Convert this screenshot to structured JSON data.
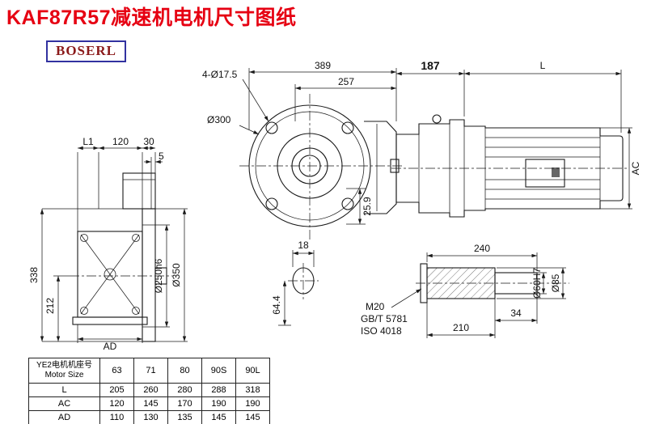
{
  "title": "KAF87R57减速机电机尺寸图纸",
  "logo": "BOSERL",
  "colors": {
    "title": "#e60012",
    "logo_text": "#8b1a1a",
    "logo_border": "#3232a0",
    "line": "#1a1a1a"
  },
  "front_view": {
    "dim389": "389",
    "dim257": "257",
    "holes": "4-Ø17.5",
    "flange": "Ø300",
    "dim259": "25.9",
    "dim18": "18",
    "dim644": "64.4"
  },
  "motor_view": {
    "dim187": "187",
    "dimL": "L",
    "dimAC": "AC"
  },
  "side_view": {
    "dimL1": "L1",
    "dim120": "120",
    "dim30": "30",
    "dim5": "5",
    "dim338": "338",
    "dim212": "212",
    "dimAD": "AD",
    "spigot": "Ø250h6",
    "flange": "Ø350"
  },
  "shaft_view": {
    "dim240": "240",
    "dim34": "34",
    "dim210": "210",
    "thread": "M20",
    "std_gb": "GB/T 5781",
    "std_iso": "ISO 4018",
    "bore": "Ø60H7",
    "dia": "Ø85"
  },
  "table": {
    "header_cn": "YE2电机机座号",
    "header_en": "Motor Size",
    "sizes": [
      "63",
      "71",
      "80",
      "90S",
      "90L"
    ],
    "rows": [
      {
        "label": "L",
        "values": [
          "205",
          "260",
          "280",
          "288",
          "318"
        ]
      },
      {
        "label": "AC",
        "values": [
          "120",
          "145",
          "170",
          "190",
          "190"
        ]
      },
      {
        "label": "AD",
        "values": [
          "110",
          "130",
          "135",
          "145",
          "145"
        ]
      }
    ]
  }
}
